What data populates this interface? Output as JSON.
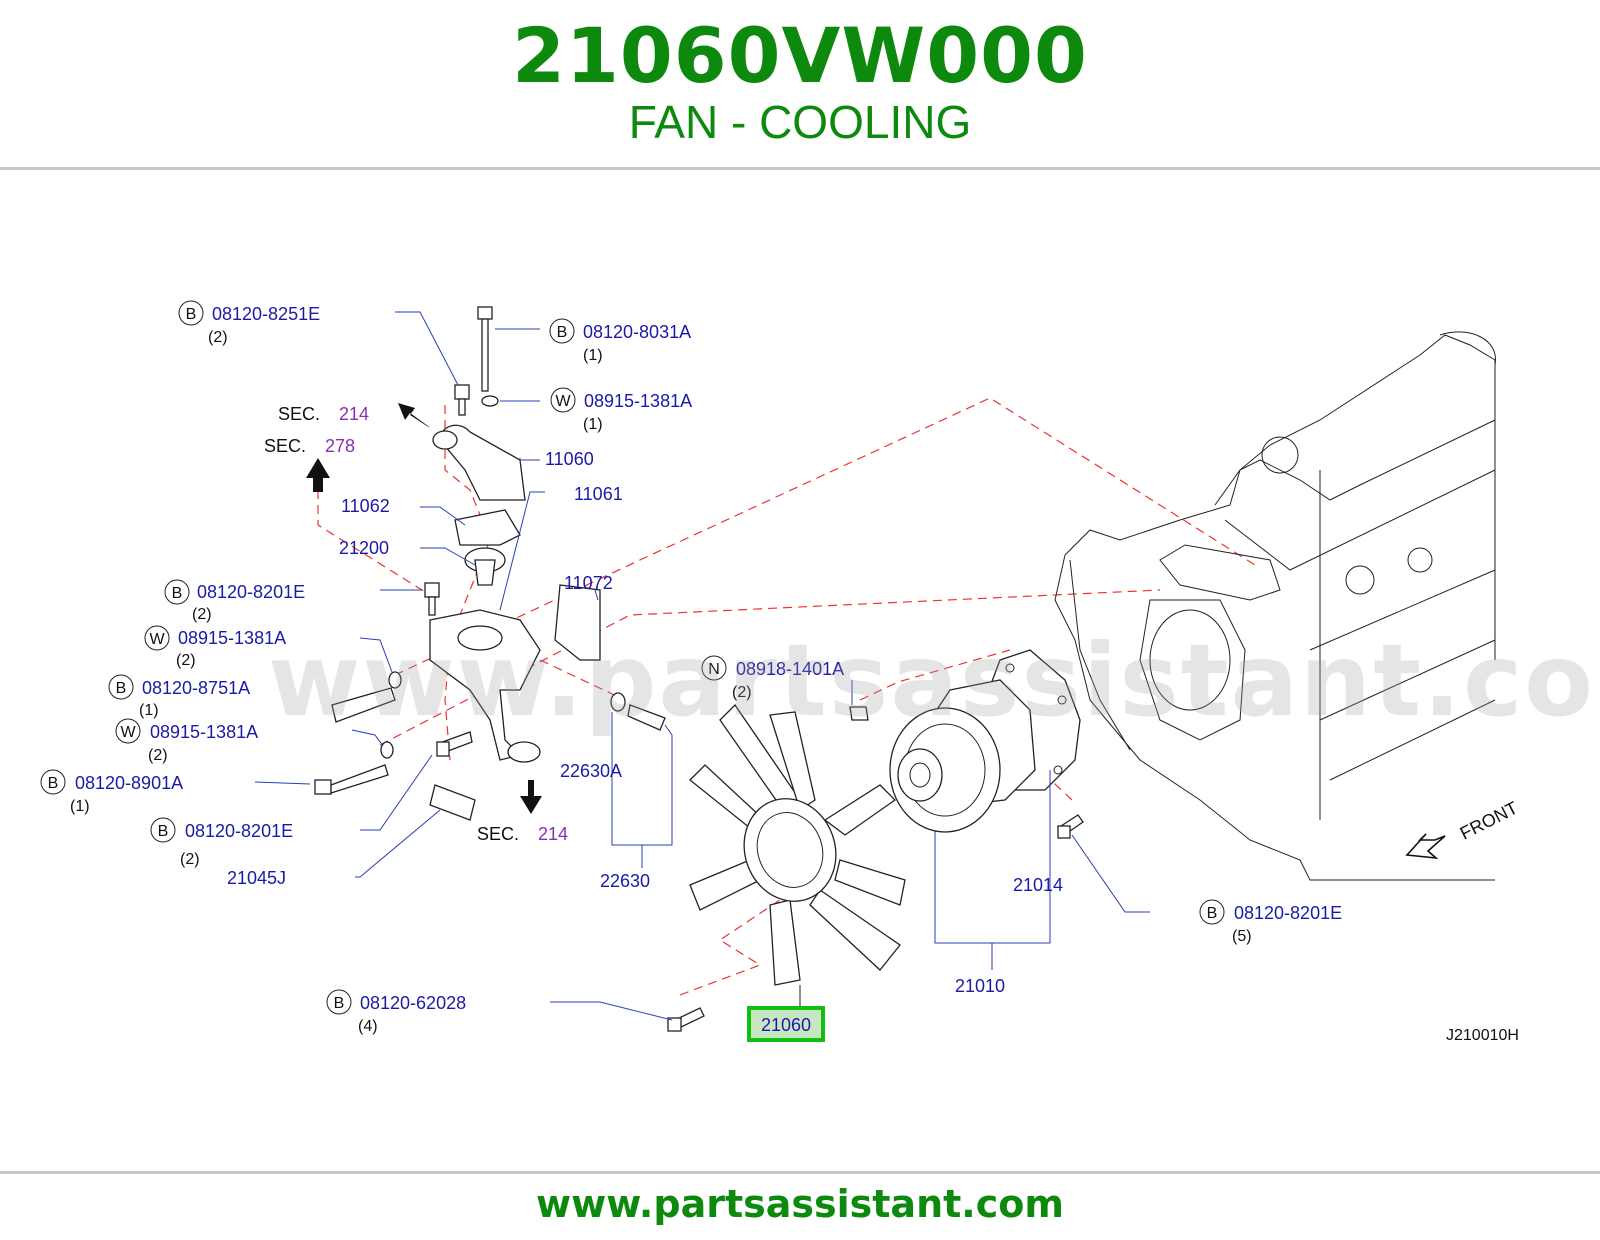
{
  "header": {
    "part_number": "21060VW000",
    "part_name": "FAN - COOLING"
  },
  "watermark": "www.partsassistant.com",
  "footer": {
    "url": "www.partsassistant.com"
  },
  "diagram": {
    "code": "J210010H",
    "front_label": "FRONT",
    "highlighted": "21060",
    "sec_text": "SEC.",
    "sections": {
      "sec_a": "214",
      "sec_b": "278",
      "sec_c": "214"
    },
    "callouts": [
      {
        "letter": "B",
        "pn": "08120-8251E",
        "qty": "(2)"
      },
      {
        "letter": "B",
        "pn": "08120-8031A",
        "qty": "(1)"
      },
      {
        "letter": "W",
        "pn": "08915-1381A",
        "qty": "(1)"
      },
      {
        "letter": "B",
        "pn": "08120-8201E",
        "qty": "(2)"
      },
      {
        "letter": "W",
        "pn": "08915-1381A",
        "qty": "(2)"
      },
      {
        "letter": "B",
        "pn": "08120-8751A",
        "qty": "(1)"
      },
      {
        "letter": "W",
        "pn": "08915-1381A",
        "qty": "(2)"
      },
      {
        "letter": "B",
        "pn": "08120-8901A",
        "qty": "(1)"
      },
      {
        "letter": "B",
        "pn": "08120-8201E",
        "qty": "(2)"
      },
      {
        "letter": "N",
        "pn": "08918-1401A",
        "qty": "(2)"
      },
      {
        "letter": "B",
        "pn": "08120-8201E",
        "qty": "(5)"
      },
      {
        "letter": "B",
        "pn": "08120-62028",
        "qty": "(4)"
      }
    ],
    "labels": {
      "p11060": "11060",
      "p11061": "11061",
      "p11062": "11062",
      "p21200": "21200",
      "p11072": "11072",
      "p22630A": "22630A",
      "p22630": "22630",
      "p21045J": "21045J",
      "p21014": "21014",
      "p21010": "21010"
    }
  }
}
